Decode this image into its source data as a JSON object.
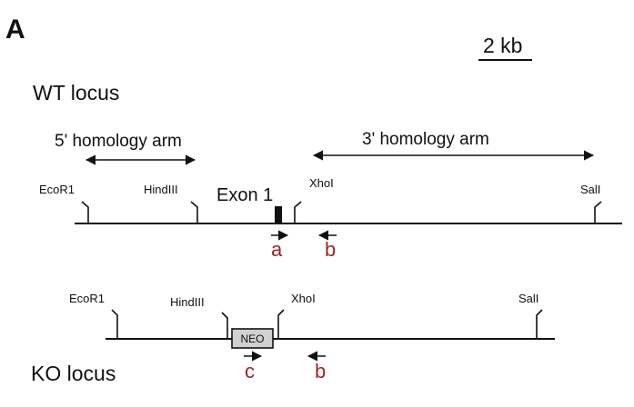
{
  "figure": {
    "panel_label": "A",
    "scale_bar": {
      "label": "2 kb"
    },
    "wt": {
      "title": "WT locus",
      "arm5": "5' homology arm",
      "arm3": "3' homology arm",
      "sites": {
        "ecor1": "EcoR1",
        "hindiii": "HindIII",
        "xhoi": "XhoI",
        "sali": "SalI"
      },
      "exon_label": "Exon 1",
      "primers": {
        "a": "a",
        "b": "b"
      }
    },
    "ko": {
      "title": "KO locus",
      "sites": {
        "ecor1": "EcoR1",
        "hindiii": "HindIII",
        "xhoi": "XhoI",
        "sali": "SalI"
      },
      "neo_label": "NEO",
      "primers": {
        "c": "c",
        "b": "b"
      }
    }
  },
  "colors": {
    "line": "#111111",
    "primer": "#a0252a",
    "neo_fill": "#d0d0d0"
  }
}
